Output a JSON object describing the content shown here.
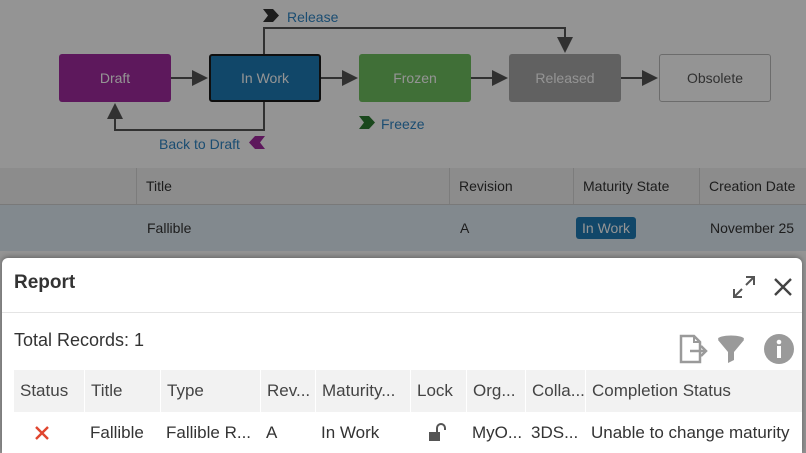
{
  "lifecycle": {
    "states": [
      "Draft",
      "In Work",
      "Frozen",
      "Released",
      "Obsolete"
    ],
    "transitions": {
      "release": "Release",
      "freeze": "Freeze",
      "back_to_draft": "Back to Draft"
    },
    "colors": {
      "draft": "#a02a9f",
      "in_work": "#1e7bb5",
      "frozen": "#6fbf5f",
      "released": "#a8a8a8",
      "release_icon": "#333333",
      "freeze_icon": "#2e7d32",
      "back_icon": "#a02a9f"
    }
  },
  "grid": {
    "columns": [
      "Title",
      "Revision",
      "Maturity State",
      "Creation Date"
    ],
    "row": {
      "title": "Fallible",
      "revision": "A",
      "maturity": "In Work",
      "created": "November 25"
    }
  },
  "report": {
    "title": "Report",
    "total_records": "Total Records: 1",
    "toolbar_icons": [
      "export-icon",
      "filter-icon",
      "info-icon"
    ],
    "header_icons": [
      "maximize-icon",
      "close-icon"
    ],
    "columns": [
      "Status",
      "Title",
      "Type",
      "Rev...",
      "Maturity...",
      "Lock",
      "Org...",
      "Colla...",
      "Completion Status"
    ],
    "row": {
      "status_icon": "error-x-icon",
      "title": "Fallible",
      "type": "Fallible R...",
      "rev": "A",
      "maturity": "In Work",
      "lock_icon": "unlocked-icon",
      "org": "MyO...",
      "collab": "3DS...",
      "completion": "Unable to change maturity"
    }
  }
}
